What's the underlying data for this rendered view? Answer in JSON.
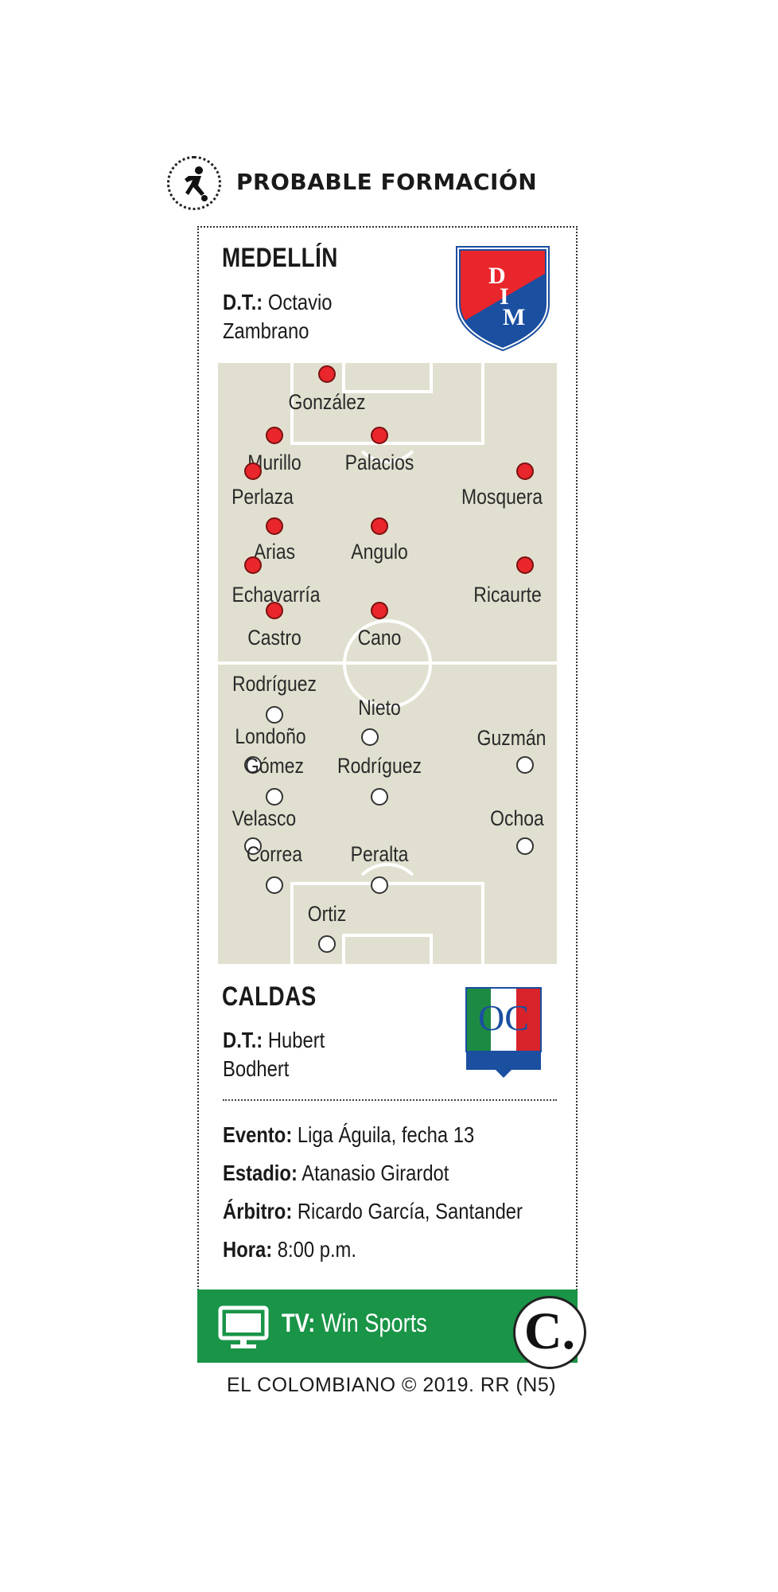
{
  "header": {
    "title": "PROBABLE FORMACIÓN",
    "icon": "soccer-player-icon"
  },
  "home": {
    "name": "MEDELLÍN",
    "coach_label": "D.T.:",
    "coach_first": "Octavio",
    "coach_last": "Zambrano",
    "crest_letters": [
      "D",
      "I",
      "M"
    ],
    "colors": {
      "primary": "#e8262b",
      "secondary": "#1b4fa0"
    },
    "players": [
      "González",
      "Murillo",
      "Palacios",
      "Perlaza",
      "Mosquera",
      "Arias",
      "Angulo",
      "Echavarría",
      "Ricaurte",
      "Castro",
      "Cano"
    ]
  },
  "away": {
    "name": "CALDAS",
    "coach_label": "D.T.:",
    "coach_first": "Hubert",
    "coach_last": "Bodhert",
    "crest_letters": "OC",
    "colors": {
      "green": "#1d8a43",
      "red": "#d8232a",
      "blue": "#1b4fa0"
    },
    "players": [
      "Rodríguez",
      "Nieto",
      "Londoño",
      "Guzmán",
      "Gómez",
      "Rodríguez",
      "Velasco",
      "Ochoa",
      "Correa",
      "Peralta",
      "Ortiz"
    ]
  },
  "info": {
    "event_label": "Evento:",
    "event": "Liga Águila, fecha 13",
    "stadium_label": "Estadio:",
    "stadium": "Atanasio Girardot",
    "referee_label": "Árbitro:",
    "referee": "Ricardo García, Santander",
    "time_label": "Hora:",
    "time": "8:00 p.m."
  },
  "tv": {
    "label": "TV:",
    "channel": "Win Sports",
    "icon": "tv-monitor-icon",
    "bar_color": "#1a9447"
  },
  "brand_logo": "C.",
  "credit": "EL COLOMBIANO © 2019. RR (N5)"
}
